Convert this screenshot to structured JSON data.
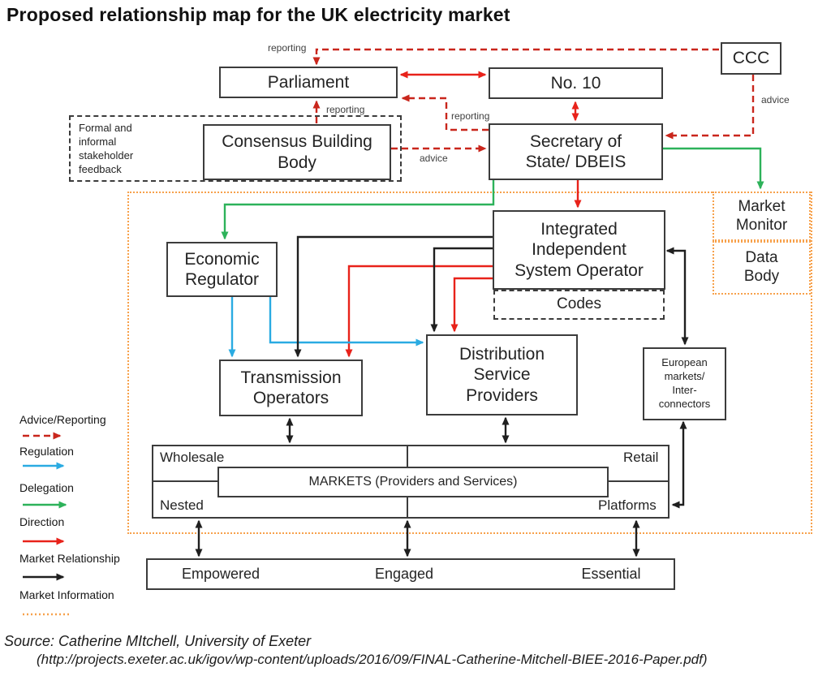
{
  "title": "Proposed relationship map for the UK electricity market",
  "colors": {
    "advice_reporting": "#c9261c",
    "regulation": "#2aabe2",
    "delegation": "#2db25a",
    "direction": "#e8221a",
    "market_relationship": "#1f1f1f",
    "market_information": "#f7a14b",
    "box_border": "#3c3c3c",
    "text": "#242424"
  },
  "boxes": {
    "parliament": "Parliament",
    "no10": "No. 10",
    "ccc": "CCC",
    "consensus_building_body": "Consensus Building\nBody",
    "secretary_of_state": "Secretary of\nState/ DBEIS",
    "stakeholder_feedback": "Formal and\ninformal\nstakeholder\nfeedback",
    "economic_regulator": "Economic\nRegulator",
    "iiso": "Integrated\nIndependent\nSystem Operator",
    "codes": "Codes",
    "market_monitor": "Market\nMonitor",
    "data_body": "Data\nBody",
    "transmission_operators": "Transmission\nOperators",
    "distribution_service_providers": "Distribution\nService\nProviders",
    "european_markets": "European\nmarkets/\nInter-\nconnectors"
  },
  "markets": {
    "wholesale": "Wholesale",
    "retail": "Retail",
    "nested": "Nested",
    "platforms": "Platforms",
    "inner": "MARKETS (Providers and Services)"
  },
  "consumers": {
    "empowered": "Empowered",
    "engaged": "Engaged",
    "essential": "Essential"
  },
  "edge_labels": {
    "reporting_parliament_top": "reporting",
    "reporting_cbb": "reporting",
    "reporting_sos": "reporting",
    "advice_cbb": "advice",
    "advice_ccc": "advice"
  },
  "legend": {
    "items": [
      {
        "label": "Advice/Reporting",
        "style": "red-dashed"
      },
      {
        "label": "Regulation",
        "style": "blue-solid"
      },
      {
        "label": "Delegation",
        "style": "green-solid"
      },
      {
        "label": "Direction",
        "style": "red-solid"
      },
      {
        "label": "Market Relationship",
        "style": "black-solid"
      },
      {
        "label": "Market Information",
        "style": "orange-dotted"
      }
    ]
  },
  "source": {
    "line1": "Source: Catherine MItchell, University of Exeter",
    "line2": "(http://projects.exeter.ac.uk/igov/wp-content/uploads/2016/09/FINAL-Catherine-Mitchell-BIEE-2016-Paper.pdf)"
  }
}
